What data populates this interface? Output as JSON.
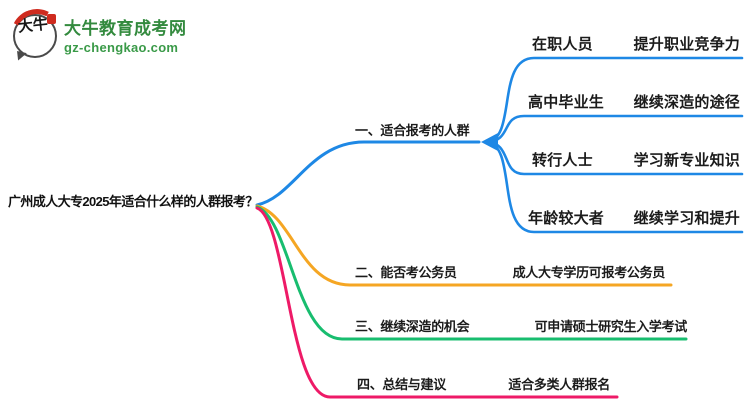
{
  "brand": {
    "badge_chars": "大牛",
    "name": "大牛教育成考网",
    "url": "gz-chengkao.com",
    "badge_red": "#cf2b1f",
    "brand_green": "#338a3e"
  },
  "root": {
    "title": "广州成人大专2025年适合什么样的人群报考？"
  },
  "colors": {
    "branch_blue": "#1e88e5",
    "branch_orange": "#f5a623",
    "branch_green": "#18bd6f",
    "branch_pink": "#ee1a67",
    "text": "#1b1b1b"
  },
  "branches": [
    {
      "label": "一、适合报考的人群",
      "color": "#1e88e5",
      "children": [
        {
          "left": "在职人员",
          "right": "提升职业竞争力"
        },
        {
          "left": "高中毕业生",
          "right": "继续深造的途径"
        },
        {
          "left": "转行人士",
          "right": "学习新专业知识"
        },
        {
          "left": "年龄较大者",
          "right": "继续学习和提升"
        }
      ]
    },
    {
      "label": "二、能否考公务员",
      "value": "成人大专学历可报考公务员",
      "color": "#f5a623"
    },
    {
      "label": "三、继续深造的机会",
      "value": "可申请硕士研究生入学考试",
      "color": "#18bd6f"
    },
    {
      "label": "四、总结与建议",
      "value": "适合多类人群报名",
      "color": "#ee1a67"
    }
  ]
}
